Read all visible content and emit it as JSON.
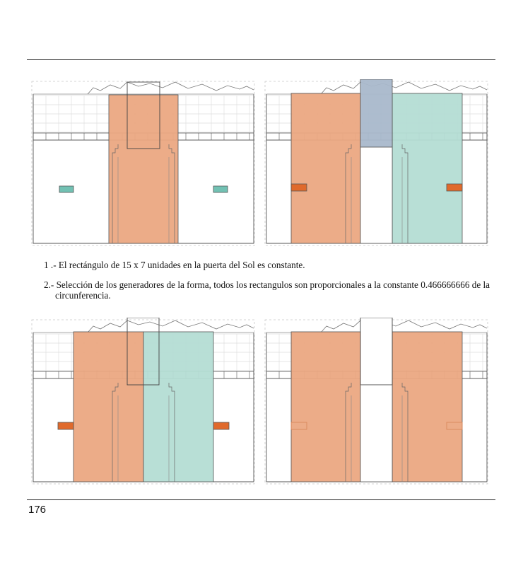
{
  "captions": [
    "1 .- El rectángulo de 15 x 7 unidades en la puerta del Sol es constante.",
    "2.- Selección de los generadores de la forma, todos los rectangulos son proporcionales a la constante 0.466666666 de la circunferencia."
  ],
  "page_number": "176",
  "colors": {
    "orange_fill": "#eba882",
    "teal_fill": "#b4ddd4",
    "blue_grey_fill": "#a9b8cb",
    "teal_niche": "#72c1b3",
    "orange_niche": "#e06a2c",
    "outline": "#555555"
  },
  "figures": [
    {
      "id": "fig-1",
      "overlays": [
        "orange"
      ],
      "niches": "teal"
    },
    {
      "id": "fig-2",
      "overlays": [
        "orange",
        "blue-grey",
        "teal"
      ],
      "niches": "orange"
    },
    {
      "id": "fig-3",
      "overlays": [
        "orange",
        "teal"
      ],
      "niches": "orange"
    },
    {
      "id": "fig-4",
      "overlays": [
        "orange",
        "orange"
      ],
      "niches": "orange-outline"
    }
  ]
}
